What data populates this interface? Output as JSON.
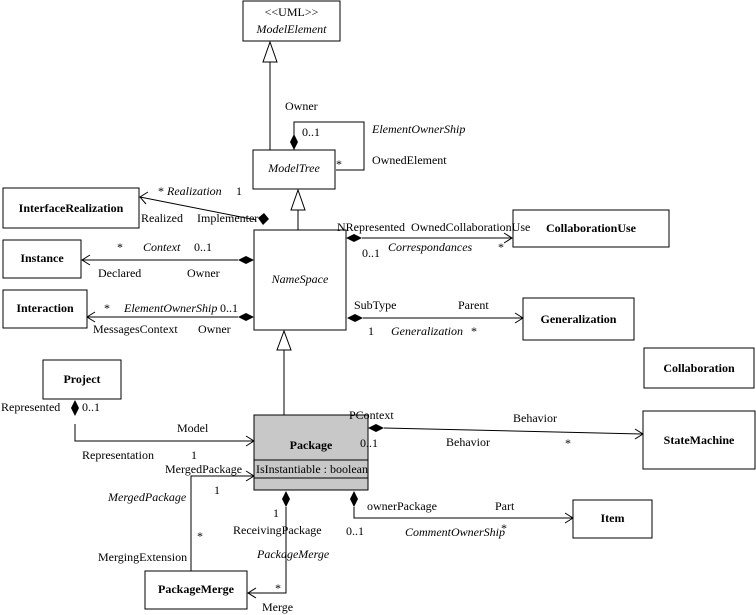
{
  "classes": {
    "model_element": {
      "stereotype": "<<UML>>",
      "name": "ModelElement"
    },
    "model_tree": {
      "name": "ModelTree"
    },
    "name_space": {
      "name": "NameSpace"
    },
    "interface_realization": {
      "name": "InterfaceRealization"
    },
    "instance": {
      "name": "Instance"
    },
    "interaction": {
      "name": "Interaction"
    },
    "collaboration_use": {
      "name": "CollaborationUse"
    },
    "generalization": {
      "name": "Generalization"
    },
    "collaboration": {
      "name": "Collaboration"
    },
    "project": {
      "name": "Project"
    },
    "package": {
      "name": "Package",
      "attribute": "IsInstantiable : boolean"
    },
    "state_machine": {
      "name": "StateMachine"
    },
    "item": {
      "name": "Item"
    },
    "package_merge": {
      "name": "PackageMerge"
    }
  },
  "labels": {
    "owner_top": "Owner",
    "owner_mult": "0..1",
    "element_ownership": "ElementOwnerShip",
    "owned_mult": "*",
    "owned_element": "OwnedElement",
    "realization_star": "* ",
    "realization": "Realization",
    "realization_one": "1",
    "realized": "Realized",
    "implementer": "Implementer",
    "context_star": "*",
    "context": "Context",
    "context_mult": "0..1",
    "declared": "Declared",
    "owner_instance": "Owner",
    "msg_star": "*",
    "msg_role": "ElementOwnerShip",
    "msg_mult": "0..1",
    "messages_context": "MessagesContext",
    "owner_interaction": "Owner",
    "n_represented": "NRepresented",
    "owned_collab_use": "OwnedCollaborationUse",
    "corr_mult": "0..1",
    "correspondances": "Correspondances",
    "corr_star": "*",
    "subtype": "SubType",
    "parent": "Parent",
    "gen_one": "1",
    "gen_role": "Generalization",
    "gen_star": "*",
    "represented": "Represented",
    "proj_mult": "0..1",
    "model": "Model",
    "representation": "Representation",
    "rep_one": "1",
    "p_context": "PContext",
    "behavior_top": "Behavior",
    "behavior_bottom": "Behavior",
    "pctx_mult": "0..1",
    "sm_star": "*",
    "merged_package": "MergedPackage",
    "merged_one": "1",
    "merged_package_role": "MergedPackage",
    "merging_extension": "MergingExtension",
    "merge_star_left": "*",
    "recv_one": "1",
    "receiving_package": "ReceivingPackage",
    "package_merge_role": "PackageMerge",
    "merge_star": "*",
    "merge": "Merge",
    "owner_package": "ownerPackage",
    "part": "Part",
    "item_mult": "0..1",
    "comment_ownership": "CommentOwnerShip",
    "item_star": "*"
  }
}
